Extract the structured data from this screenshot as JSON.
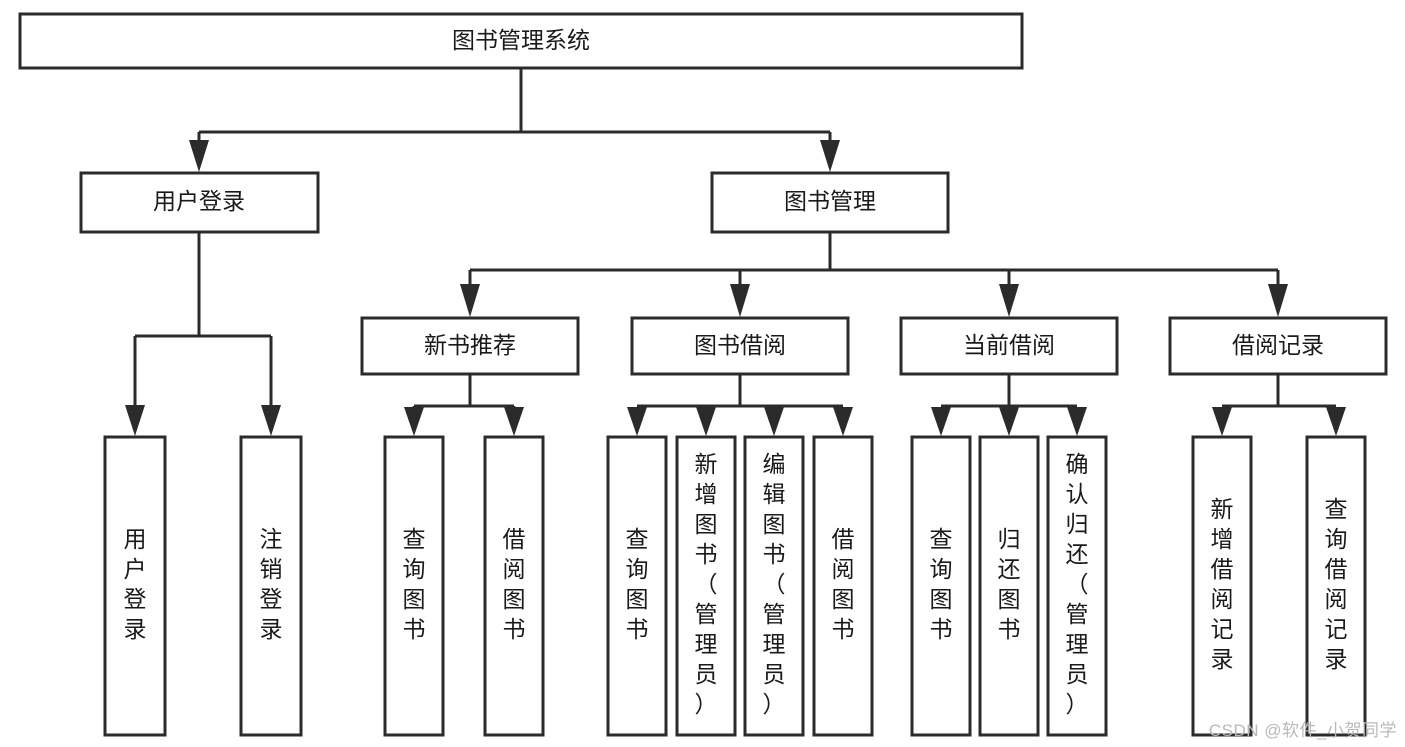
{
  "diagram": {
    "type": "tree-hierarchy-chart",
    "title": "图书管理系统",
    "watermark": "CSDN @软件_小贺同学",
    "colors": {
      "stroke": "#2b2b2b",
      "fill": "#ffffff",
      "text": "#1a1a1a",
      "watermark": "#b9b9b9",
      "background": "#ffffff"
    },
    "levels": {
      "root": {
        "label": "图书管理系统",
        "orientation": "horizontal"
      },
      "level2": [
        {
          "label": "用户登录",
          "orientation": "horizontal"
        },
        {
          "label": "图书管理",
          "orientation": "horizontal"
        }
      ],
      "level3": [
        {
          "label": "新书推荐",
          "orientation": "horizontal",
          "parent": "图书管理"
        },
        {
          "label": "图书借阅",
          "orientation": "horizontal",
          "parent": "图书管理"
        },
        {
          "label": "当前借阅",
          "orientation": "horizontal",
          "parent": "图书管理"
        },
        {
          "label": "借阅记录",
          "orientation": "horizontal",
          "parent": "图书管理"
        }
      ],
      "leaves": [
        {
          "label": "用户登录",
          "orientation": "vertical",
          "parent": "用户登录"
        },
        {
          "label": "注销登录",
          "orientation": "vertical",
          "parent": "用户登录"
        },
        {
          "label": "查询图书",
          "orientation": "vertical",
          "parent": "新书推荐"
        },
        {
          "label": "借阅图书",
          "orientation": "vertical",
          "parent": "新书推荐"
        },
        {
          "label": "查询图书",
          "orientation": "vertical",
          "parent": "图书借阅"
        },
        {
          "label": "新增图书（管理员）",
          "orientation": "vertical",
          "parent": "图书借阅"
        },
        {
          "label": "编辑图书（管理员）",
          "orientation": "vertical",
          "parent": "图书借阅"
        },
        {
          "label": "借阅图书",
          "orientation": "vertical",
          "parent": "图书借阅"
        },
        {
          "label": "查询图书",
          "orientation": "vertical",
          "parent": "当前借阅"
        },
        {
          "label": "归还图书",
          "orientation": "vertical",
          "parent": "当前借阅"
        },
        {
          "label": "确认归还（管理员）",
          "orientation": "vertical",
          "parent": "当前借阅"
        },
        {
          "label": "新增借阅记录",
          "orientation": "vertical",
          "parent": "借阅记录"
        },
        {
          "label": "查询借阅记录",
          "orientation": "vertical",
          "parent": "借阅记录"
        }
      ]
    }
  }
}
